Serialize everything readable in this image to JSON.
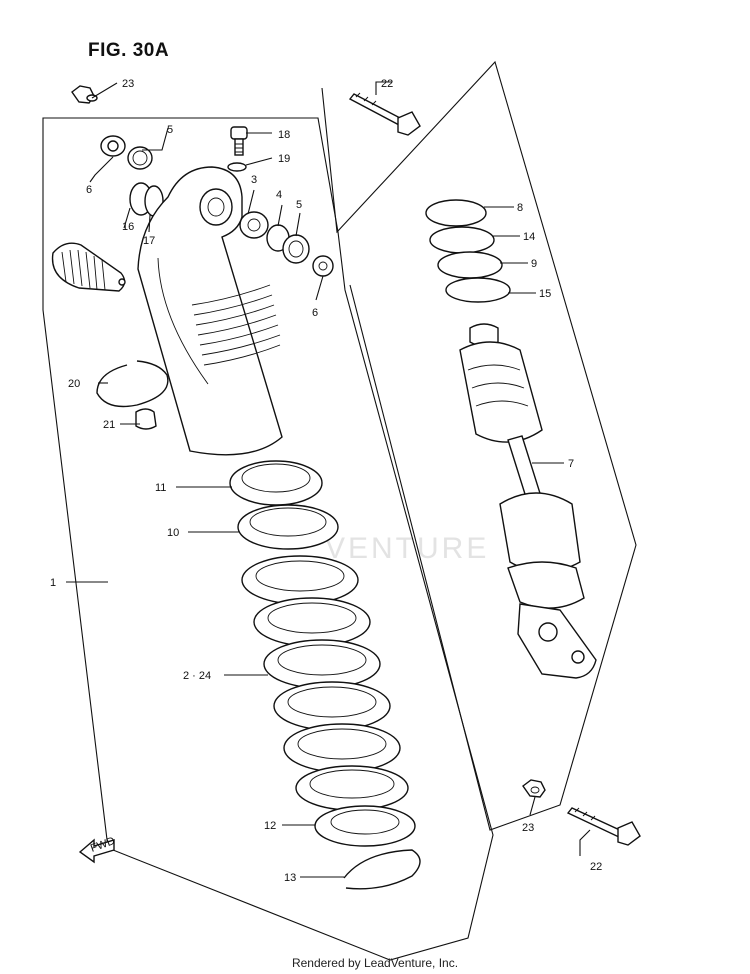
{
  "figure": {
    "title": "FIG. 30A"
  },
  "watermark": "VENTURE",
  "footer": "Rendered by LeadVenture, Inc.",
  "fwd_label": "FWD",
  "callouts": [
    {
      "id": "23a",
      "text": "23"
    },
    {
      "id": "22a",
      "text": "22"
    },
    {
      "id": "5a",
      "text": "5"
    },
    {
      "id": "18",
      "text": "18"
    },
    {
      "id": "19",
      "text": "19"
    },
    {
      "id": "6a",
      "text": "6"
    },
    {
      "id": "3",
      "text": "3"
    },
    {
      "id": "4",
      "text": "4"
    },
    {
      "id": "5b",
      "text": "5"
    },
    {
      "id": "16",
      "text": "16"
    },
    {
      "id": "17",
      "text": "17"
    },
    {
      "id": "8",
      "text": "8"
    },
    {
      "id": "14",
      "text": "14"
    },
    {
      "id": "6b",
      "text": "6"
    },
    {
      "id": "9",
      "text": "9"
    },
    {
      "id": "15",
      "text": "15"
    },
    {
      "id": "20",
      "text": "20"
    },
    {
      "id": "21",
      "text": "21"
    },
    {
      "id": "7",
      "text": "7"
    },
    {
      "id": "11",
      "text": "11"
    },
    {
      "id": "10",
      "text": "10"
    },
    {
      "id": "1",
      "text": "1"
    },
    {
      "id": "2-24",
      "text": "2 · 24"
    },
    {
      "id": "12",
      "text": "12"
    },
    {
      "id": "23b",
      "text": "23"
    },
    {
      "id": "13",
      "text": "13"
    },
    {
      "id": "22b",
      "text": "22"
    }
  ]
}
